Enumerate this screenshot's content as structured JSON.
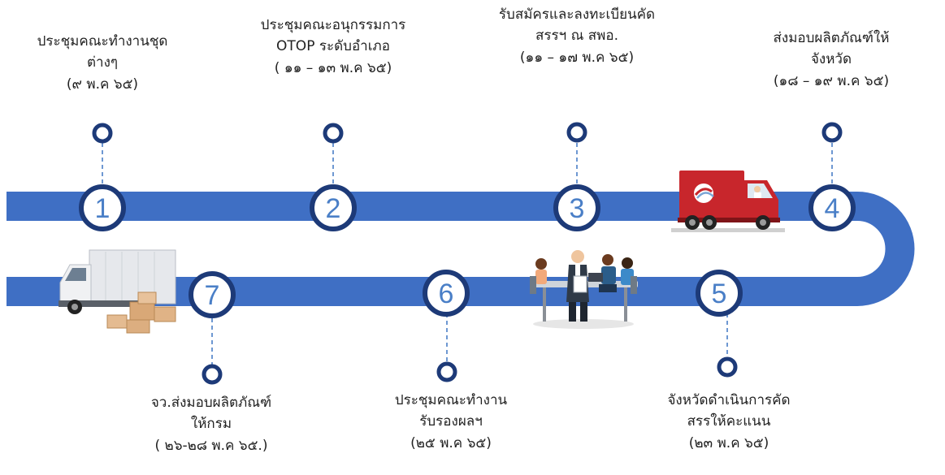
{
  "colors": {
    "track": "#3f6fc4",
    "ring": "#1d3a78",
    "number": "#4a7fc7",
    "connector": "#4a7fc7",
    "truck_red": "#c8262c",
    "truck_white": "#e8e8e8"
  },
  "steps": [
    {
      "number": "1",
      "lines": [
        "ประชุมคณะทำงานชุด",
        "ต่างๆ",
        "(๙ พ.ค ๖๕)"
      ]
    },
    {
      "number": "2",
      "lines": [
        "ประชุมคณะอนุกรรมการ",
        "OTOP ระดับอำเภอ",
        "( ๑๑ – ๑๓ พ.ค ๖๕)"
      ]
    },
    {
      "number": "3",
      "lines": [
        "รับสมัครและลงทะเบียนคัด",
        "สรรฯ ณ สพอ.",
        "(๑๑ – ๑๗ พ.ค ๖๕)"
      ]
    },
    {
      "number": "4",
      "lines": [
        "ส่งมอบผลิตภัณฑ์ให้",
        "จังหวัด",
        "(๑๘ – ๑๙ พ.ค ๖๕)"
      ]
    },
    {
      "number": "5",
      "lines": [
        "จังหวัดดำเนินการคัด",
        "สรรให้คะแนน",
        "(๒๓ พ.ค ๖๕)"
      ]
    },
    {
      "number": "6",
      "lines": [
        "ประชุมคณะทำงาน",
        "รับรองผลฯ",
        "(๒๕ พ.ค ๖๕)"
      ]
    },
    {
      "number": "7",
      "lines": [
        "จว.ส่งมอบผลิตภัณฑ์",
        "ให้กรม",
        "( ๒๖-๒๘ พ.ค ๖๕.)"
      ]
    }
  ],
  "icons": {
    "top_truck": "red-delivery-truck-icon",
    "meeting": "meeting-people-icon",
    "bottom_truck": "white-cargo-truck-icon"
  }
}
